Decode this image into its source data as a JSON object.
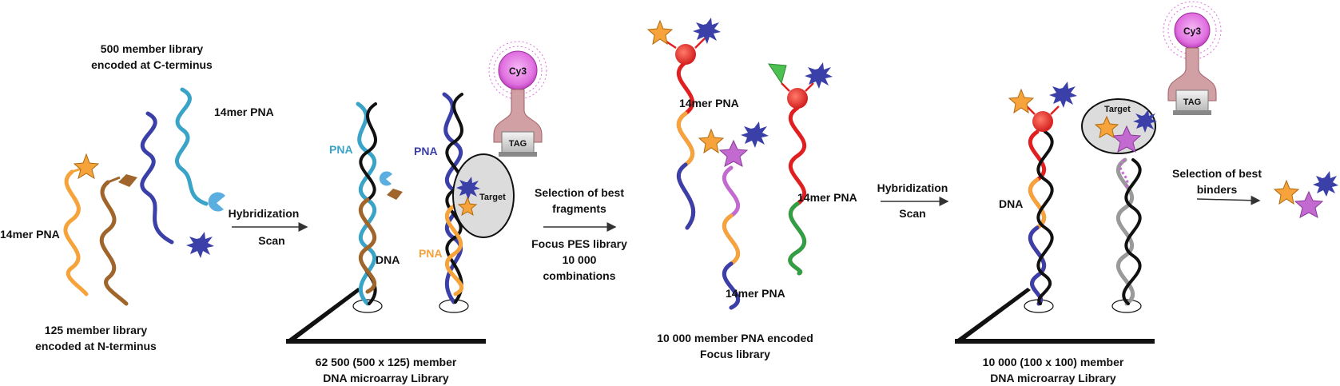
{
  "panel1": {
    "c_library_line1": "500 member library",
    "c_library_line2": "encoded at C-terminus",
    "pna_label_top": "14mer PNA",
    "pna_label_left": "14mer PNA",
    "n_library_line1": "125 member library",
    "n_library_line2": "encoded at N-terminus"
  },
  "arrow1": {
    "line1": "Hybridization",
    "line2": "Scan"
  },
  "panel2": {
    "pna_label_cyan": "PNA",
    "pna_label_blue": "PNA",
    "pna_label_orange": "PNA",
    "dna_label": "DNA",
    "target_label": "Target",
    "cy3_label": "Cy3",
    "tag_label": "TAG",
    "caption_line1": "62 500 (500 x 125) member",
    "caption_line2": "DNA microarray Library"
  },
  "arrow2": {
    "line1": "Selection of best",
    "line2": "fragments",
    "line3": "Focus PES library",
    "line4": "10 000",
    "line5": "combinations"
  },
  "panel3": {
    "pna_label_1": "14mer PNA",
    "pna_label_2": "14mer PNA",
    "pna_label_3": "14mer PNA",
    "caption_line1": "10 000 member PNA encoded",
    "caption_line2": "Focus library"
  },
  "arrow3": {
    "line1": "Hybridization",
    "line2": "Scan"
  },
  "panel4": {
    "dna_label": "DNA",
    "target_label": "Target",
    "cy3_label": "Cy3",
    "tag_label": "TAG",
    "caption_line1": "10 000 (100 x 100) member",
    "caption_line2": "DNA microarray Library"
  },
  "result": {
    "line1": "Selection of best",
    "line2": "binders"
  },
  "colors": {
    "orange": "#f5a33a",
    "brown": "#a0652a",
    "blue": "#3b3fa8",
    "cyan": "#3aa3c8",
    "red": "#e02020",
    "magenta": "#c26ad0",
    "green": "#2fa043",
    "pink": "#d0a0a4"
  }
}
